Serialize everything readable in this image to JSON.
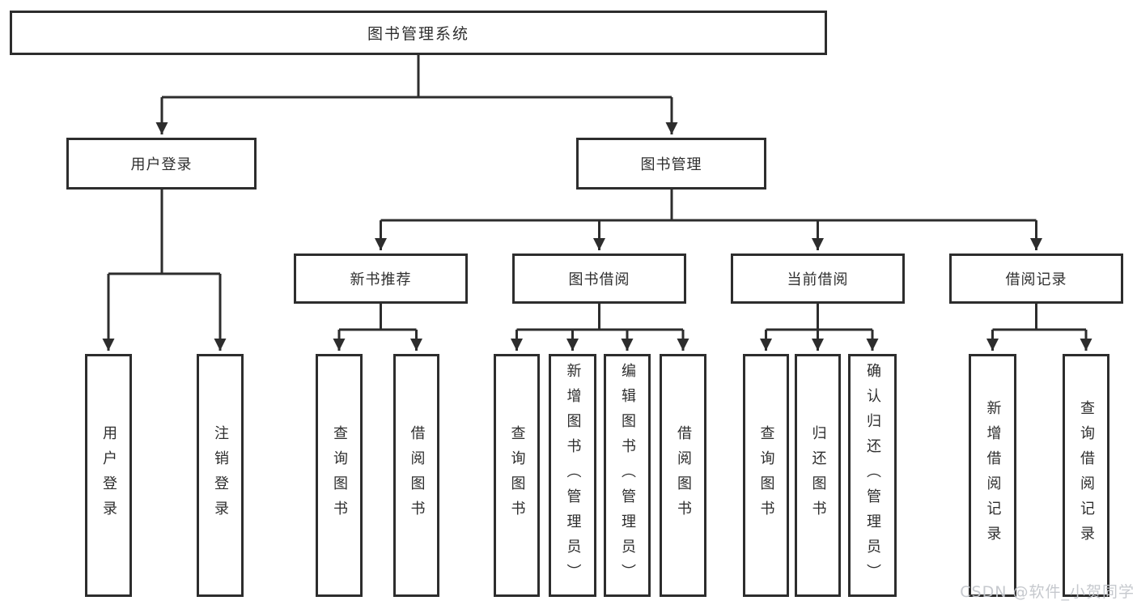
{
  "diagram": {
    "root": {
      "label": "图书管理系统"
    },
    "branches": [
      {
        "label": "用户登录"
      },
      {
        "label": "图书管理"
      }
    ],
    "modules": [
      {
        "label": "新书推荐"
      },
      {
        "label": "图书借阅"
      },
      {
        "label": "当前借阅"
      },
      {
        "label": "借阅记录"
      }
    ],
    "leaves": [
      {
        "label": "用户登录"
      },
      {
        "label": "注销登录"
      },
      {
        "label": "查询图书"
      },
      {
        "label": "借阅图书"
      },
      {
        "label": "查询图书"
      },
      {
        "label": "新增图书（管理员）"
      },
      {
        "label": "编辑图书（管理员）"
      },
      {
        "label": "借阅图书"
      },
      {
        "label": "查询图书"
      },
      {
        "label": "归还图书"
      },
      {
        "label": "确认归还（管理员）"
      },
      {
        "label": "新增借阅记录"
      },
      {
        "label": "查询借阅记录"
      }
    ]
  },
  "watermark": {
    "text": "CSDN @软件_小贺同学"
  },
  "colors": {
    "line": "#2d2d2d",
    "box_border": "#2d2d2d",
    "text": "#2e2e2e",
    "background": "#ffffff",
    "watermark": "#c3c6cb"
  }
}
